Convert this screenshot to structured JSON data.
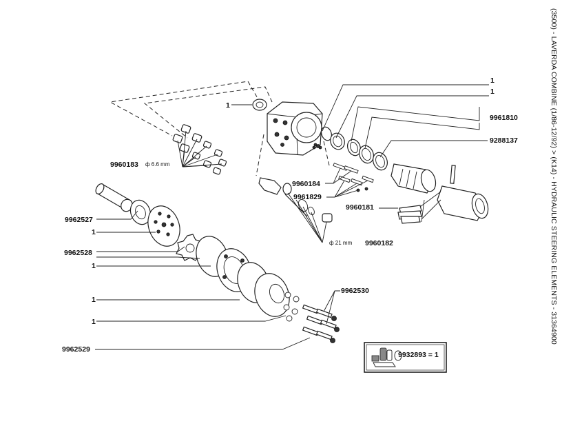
{
  "title": "(3500) - LAVERDA COMBINE (1/86-12/92) > (K14) - HYDRAULIC STEERING ELEMENTS - 31364900",
  "labels": {
    "l1_seal": "1",
    "l1_ring_a": "1",
    "l1_ring_b": "1",
    "p9961810": "9961810",
    "p9288137": "9288137",
    "p9960183": "9960183",
    "dim66": "ф 6.6 mm",
    "p9960184": "9960184",
    "p9961829": "9961829",
    "p9960181": "9960181",
    "p9962527": "9962527",
    "l1_plate": "1",
    "dim21": "ф 21 mm",
    "p9960182": "9960182",
    "p9962528": "9962528",
    "l1_rotor": "1",
    "l1_gasket": "1",
    "l1_end": "1",
    "p9962530": "9962530",
    "p9962529": "9962529"
  },
  "kit": {
    "text": "9932893 = 1"
  }
}
